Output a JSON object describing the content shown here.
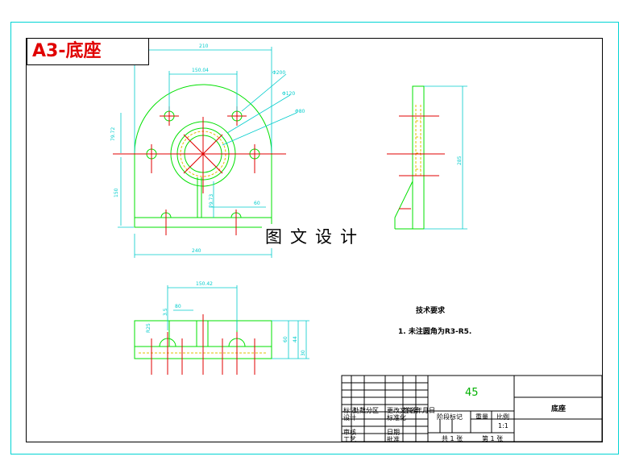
{
  "drawing": {
    "title_label": "A3-底座",
    "watermark": "图文设计"
  },
  "dimensions": {
    "front_width_top": "210",
    "front_bolt_spacing": "150.04",
    "circle_d1": "Φ200",
    "circle_d2": "Φ120",
    "circle_d3": "Φ80",
    "left_height_upper": "79.72",
    "left_height_lower": "150",
    "web_height": "79.73",
    "web_width": "60",
    "front_width_bottom": "240",
    "side_height": "285",
    "plan_span": "150.42",
    "plan_small": "80",
    "plan_r": "R25",
    "plan_a": "3.5",
    "plan_h1": "60",
    "plan_h2": "44",
    "plan_h3": "30"
  },
  "notes": {
    "tech_title": "技术要求",
    "tech_item": "1. 未注圆角为R3-R5."
  },
  "title_block": {
    "material": "45",
    "part_name": "底座",
    "scale_label": "比例",
    "scale_value": "1:1",
    "weight_label": "重量",
    "stage_label": "阶段标记",
    "sheet_total": "共 1 张",
    "sheet_no": "第 1 张",
    "designer": "设计",
    "checker": "审核",
    "process": "工艺",
    "standard": "标准化",
    "approve": "批准",
    "date": "日期",
    "sign": "签名",
    "zone": "分区",
    "count": "处数",
    "mark": "标记",
    "change_doc": "更改文件号",
    "year_month": "年月日"
  },
  "colors": {
    "outline": "#00e000",
    "center": "#e00000",
    "dimension": "#00cccc",
    "hidden": "#e0c000",
    "frame": "#00d4d4"
  }
}
